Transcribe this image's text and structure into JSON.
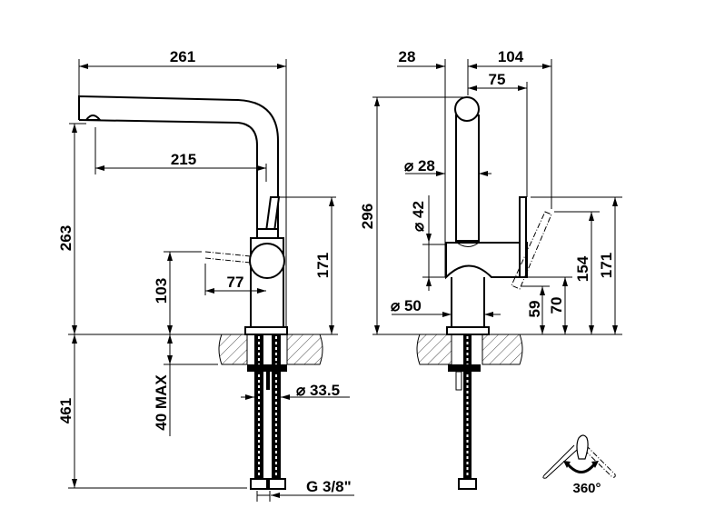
{
  "side_view": {
    "width_overall": "261",
    "spout_reach": "215",
    "spout_height": "263",
    "lever_height": "171",
    "lever_pivot_height": "103",
    "lever_reach": "77",
    "counter_thickness": "40 MAX",
    "hose_length": "461",
    "shank_diameter": "⌀ 33.5",
    "connection": "G 3/8\""
  },
  "front_view": {
    "offset_left": "28",
    "lever_reach_open": "104",
    "lever_reach": "75",
    "total_height": "296",
    "column_diameter": "⌀ 28",
    "body_diameter": "⌀ 42",
    "base_diameter": "⌀ 50",
    "dim_59": "59",
    "dim_70": "70",
    "dim_154": "154",
    "dim_171": "171"
  },
  "rotation_label": "360°"
}
